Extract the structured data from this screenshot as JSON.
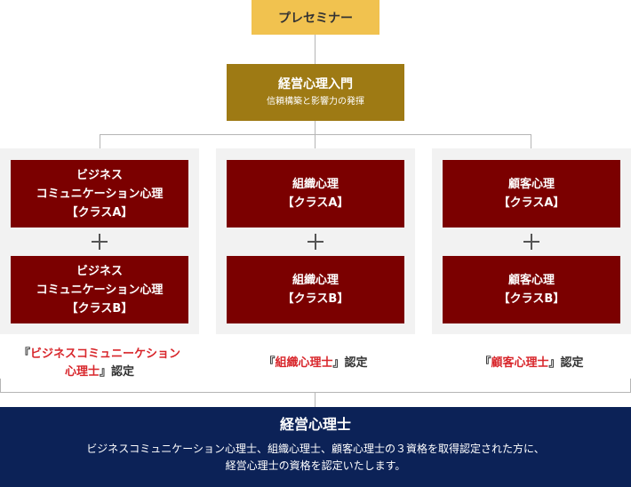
{
  "seminar": {
    "label": "プレセミナー"
  },
  "intro": {
    "title": "経営心理入門",
    "subtitle": "信頼構築と影響力の発揮"
  },
  "tracks": [
    {
      "class_a": [
        "ビジネス",
        "コミュニケーション心理",
        "【クラスA】"
      ],
      "class_b": [
        "ビジネス",
        "コミュニケーション心理",
        "【クラスB】"
      ],
      "cert": {
        "open": "『",
        "name_line1": "ビジネスコミュニーケション",
        "name_line2": "心理士",
        "close": "』",
        "suffix": "認定"
      }
    },
    {
      "class_a": [
        "組織心理",
        "【クラスA】"
      ],
      "class_b": [
        "組織心理",
        "【クラスB】"
      ],
      "cert": {
        "open": "『",
        "name": "組織心理士",
        "close": "』",
        "suffix": "認定"
      }
    },
    {
      "class_a": [
        "顧客心理",
        "【クラスA】"
      ],
      "class_b": [
        "顧客心理",
        "【クラスB】"
      ],
      "cert": {
        "open": "『",
        "name": "顧客心理士",
        "close": "』",
        "suffix": "認定"
      }
    }
  ],
  "final": {
    "title": "経営心理士",
    "desc_line1": "ビジネスコミュニケーション心理士、組織心理士、顧客心理士の３資格を取得認定された方に、",
    "desc_line2": "経営心理士の資格を認定いたします。"
  },
  "colors": {
    "seminar_bg": "#f1c24f",
    "intro_bg": "#9e7a14",
    "course_bg": "#7b0000",
    "final_bg": "#0c2257",
    "highlight": "#d8262b",
    "connector": "#b5b5b5",
    "panel_bg": "#f2f2f2"
  }
}
